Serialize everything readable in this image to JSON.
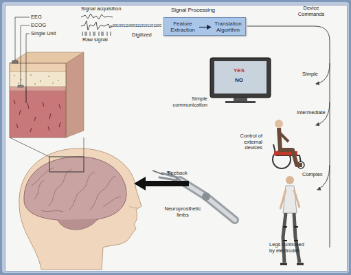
{
  "diagram": {
    "nodes": [
      {
        "text": [
          "Signal Processing"
        ]
      },
      {
        "text": [
          "Feature Extraction"
        ],
        "in": 0
      },
      {
        "text": [
          "Translation Algorithm"
        ],
        "in": 0
      }
    ],
    "edges": [
      {
        "from": 1,
        "to": 2,
        "arrow": "to"
      }
    ],
    "labels": [
      "Signal acquisition",
      "EEG",
      "ECOG",
      "Single Unit",
      "Raw signal",
      "001001110001110101101100",
      "Digitized",
      "Device Commands",
      "Simple",
      "Simple communication",
      "Intermediate",
      "Control of external devices",
      "Complex",
      "Neuroprosthetic limbs",
      "Feeback",
      "Legs controlled by electrodes",
      "YES",
      "NO"
    ]
  }
}
